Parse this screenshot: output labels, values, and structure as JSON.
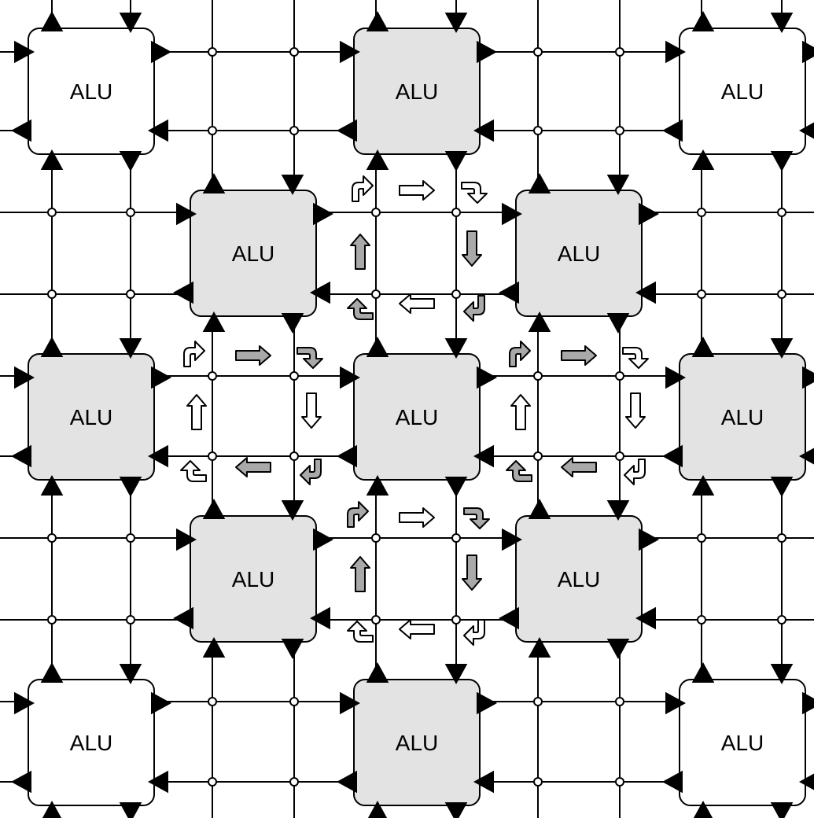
{
  "diagram": {
    "alus": [
      {
        "row": 0,
        "col": 0,
        "label": "ALU",
        "shaded": false
      },
      {
        "row": 0,
        "col": 2,
        "label": "ALU",
        "shaded": true
      },
      {
        "row": 0,
        "col": 4,
        "label": "ALU",
        "shaded": false
      },
      {
        "row": 1,
        "col": 1,
        "label": "ALU",
        "shaded": true
      },
      {
        "row": 1,
        "col": 3,
        "label": "ALU",
        "shaded": true
      },
      {
        "row": 2,
        "col": 0,
        "label": "ALU",
        "shaded": true
      },
      {
        "row": 2,
        "col": 2,
        "label": "ALU",
        "shaded": true
      },
      {
        "row": 2,
        "col": 4,
        "label": "ALU",
        "shaded": true
      },
      {
        "row": 3,
        "col": 1,
        "label": "ALU",
        "shaded": true
      },
      {
        "row": 3,
        "col": 3,
        "label": "ALU",
        "shaded": true
      },
      {
        "row": 4,
        "col": 0,
        "label": "ALU",
        "shaded": false
      },
      {
        "row": 4,
        "col": 2,
        "label": "ALU",
        "shaded": true
      },
      {
        "row": 4,
        "col": 4,
        "label": "ALU",
        "shaded": false
      }
    ],
    "colors": {
      "alu_shaded_fill": "#e3e3e3",
      "alu_plain_fill": "#ffffff",
      "line": "#000000",
      "flow_arrow_gray": "#a9a9a9",
      "flow_arrow_white": "#ffffff",
      "node_fill": "#ffffff"
    }
  }
}
